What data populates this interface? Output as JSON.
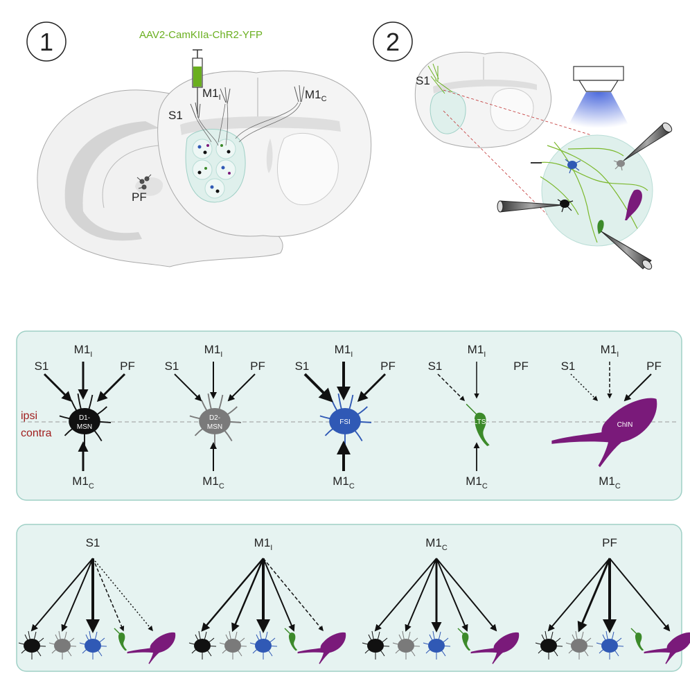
{
  "step_labels": [
    "1",
    "2"
  ],
  "virus_label": "AAV2-CamKIIa-ChR2-YFP",
  "colors": {
    "virus_green": "#6aaf1f",
    "panel_fill": "#e6f3f1",
    "panel_border": "#9fd0c6",
    "d1": "#111111",
    "d2": "#7a7a7a",
    "fsi": "#3059b5",
    "ltsi": "#3c8a2a",
    "chin": "#7a1a7a",
    "ipsi_contra": "#a01e1e"
  },
  "panel1": {
    "s1": "S1",
    "m1_main": "M1",
    "m1i_sub": "I",
    "m1c_sub": "C",
    "pf": "PF"
  },
  "panel2": {
    "s1": "S1"
  },
  "middle": {
    "ipsi": "ipsi",
    "contra": "contra",
    "input_s1": "S1",
    "input_pf": "PF",
    "input_m1": "M1",
    "sub_i": "I",
    "sub_c": "C",
    "cells": [
      {
        "key": "d1",
        "line1": "D1-",
        "line2": "MSN"
      },
      {
        "key": "d2",
        "line1": "D2-",
        "line2": "MSN"
      },
      {
        "key": "fsi",
        "line1": "FSI",
        "line2": ""
      },
      {
        "key": "ltsi",
        "line1": "LTSI",
        "line2": ""
      },
      {
        "key": "chin",
        "line1": "ChIN",
        "line2": ""
      }
    ]
  },
  "bottom": {
    "sources": [
      {
        "main": "S1",
        "sub": ""
      },
      {
        "main": "M1",
        "sub": "I"
      },
      {
        "main": "M1",
        "sub": "C"
      },
      {
        "main": "PF",
        "sub": ""
      }
    ]
  }
}
